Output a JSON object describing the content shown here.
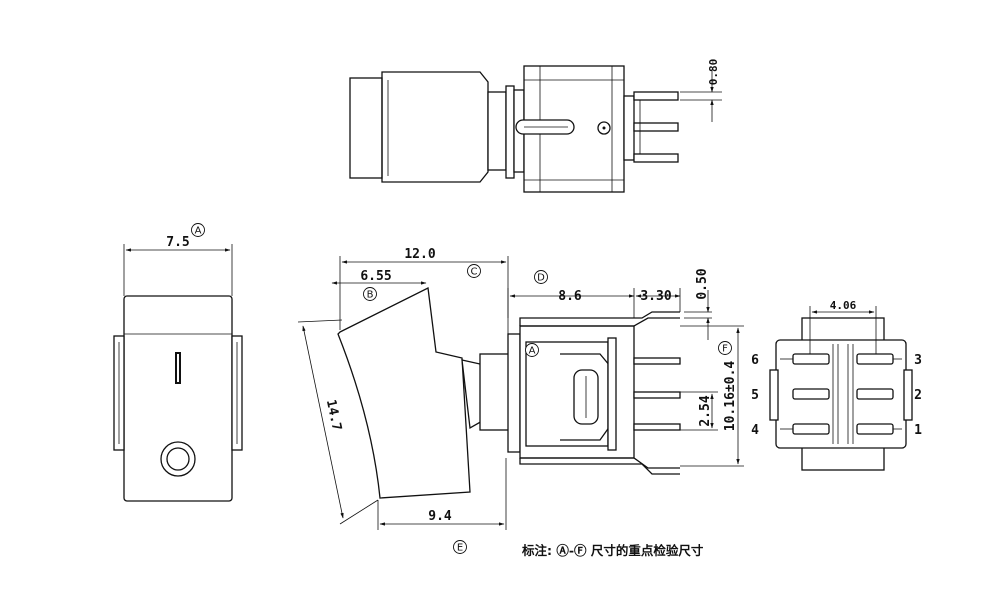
{
  "markers": [
    "A",
    "B",
    "C",
    "D",
    "E",
    "F"
  ],
  "dimensions": {
    "top_view_pin_spacing": "0.80",
    "front_width": "7.5",
    "side_length": "12.0",
    "side_rocker": "6.55",
    "terminal_offset": "8.6",
    "terminal_extend": "3.30",
    "terminal_thickness": "0.50",
    "rocker_height": "14.7",
    "base_width": "9.4",
    "pin_pitch": "2.54",
    "pin_span": "10.16±0.4",
    "bottom_spacing": "4.06"
  },
  "pin_numbers": {
    "left": [
      "6",
      "5",
      "4"
    ],
    "right": [
      "3",
      "2",
      "1"
    ]
  },
  "note": "标注: Ⓐ-Ⓕ 尺寸的重点检验尺寸"
}
